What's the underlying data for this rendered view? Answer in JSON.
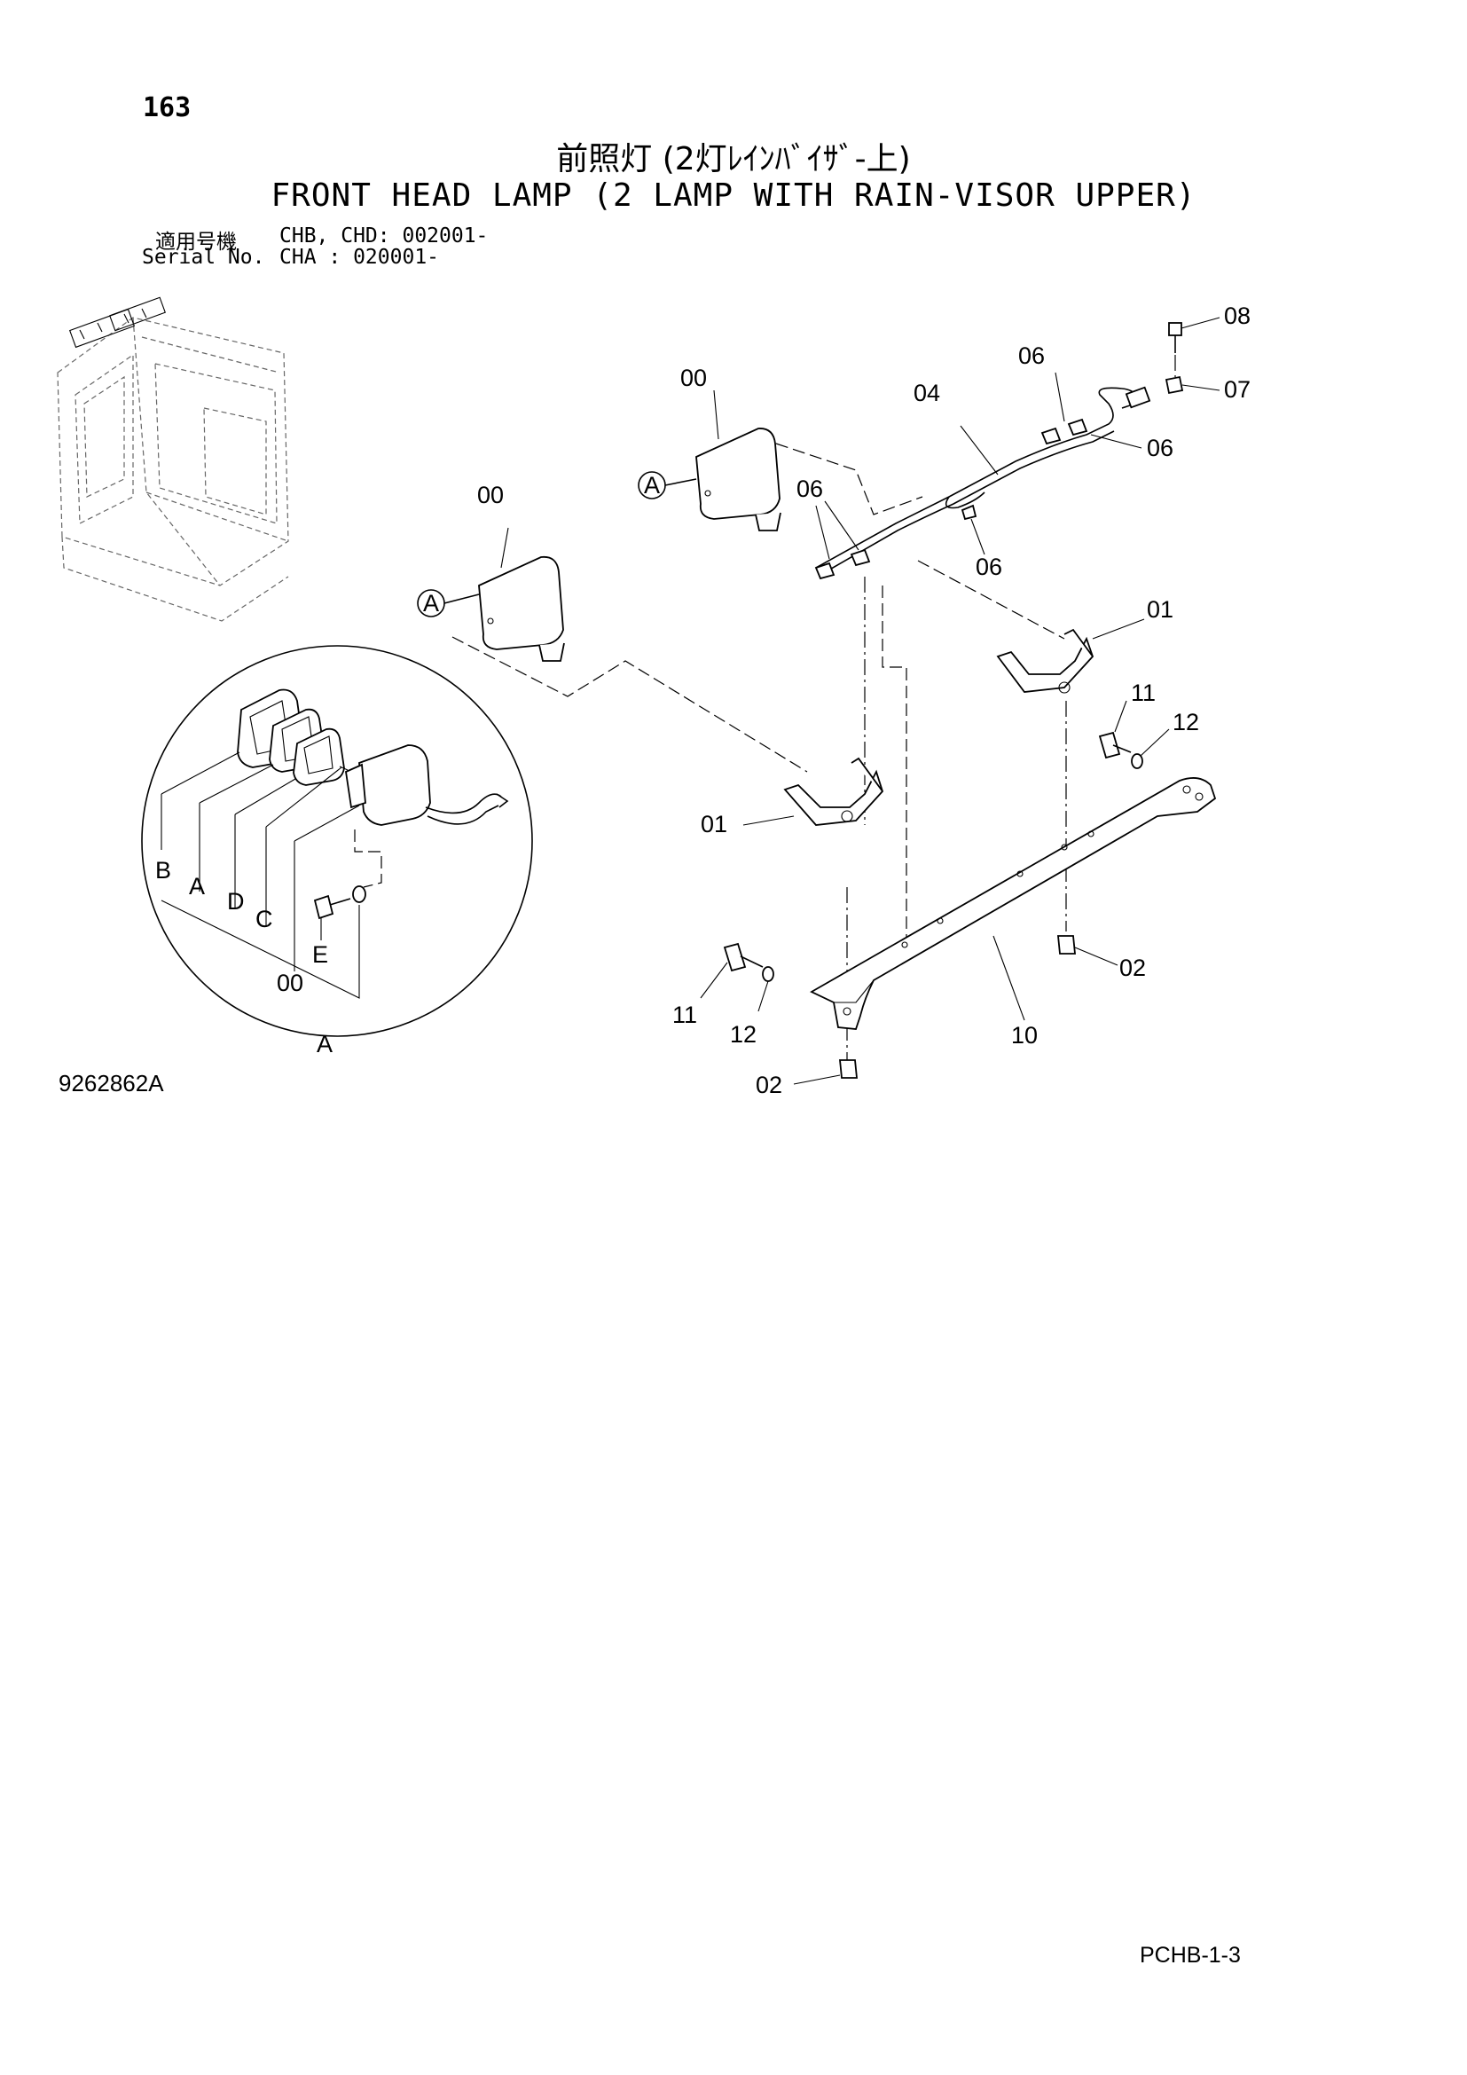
{
  "header": {
    "page_number": "163",
    "title_jp": "前照灯 (2灯ﾚｲﾝﾊﾞｲｻﾞ-上)",
    "title_en": "FRONT HEAD LAMP (2 LAMP WITH RAIN-VISOR UPPER)"
  },
  "serial": {
    "label_jp": "適用号機",
    "value_1": "CHB, CHD: 002001-",
    "label_en": "Serial No.",
    "value_2": "CHA      : 020001-"
  },
  "callouts": {
    "c00_left": "00",
    "c00_right": "00",
    "c01_left": "01",
    "c01_right": "01",
    "c02_bottom": "02",
    "c02_right": "02",
    "c04": "04",
    "c06_top": "06",
    "c06_right": "06",
    "c06_mid": "06",
    "c06_clip": "06",
    "c07": "07",
    "c08": "08",
    "c10": "10",
    "c11_left": "11",
    "c11_right": "11",
    "c12_left": "12",
    "c12_right": "12",
    "ref_a_left": "A",
    "ref_a_right": "A"
  },
  "detail": {
    "label_b": "B",
    "label_a": "A",
    "label_d": "D",
    "label_c": "C",
    "label_e": "E",
    "label_00": "00",
    "label_a_bottom": "A"
  },
  "footer": {
    "drawing_number": "9262862A",
    "page_code": "PCHB-1-3"
  }
}
